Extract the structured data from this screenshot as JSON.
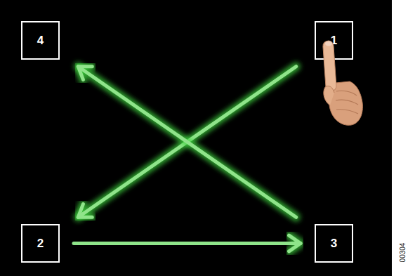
{
  "diagram": {
    "nodes": [
      {
        "text": [
          "4"
        ]
      },
      {
        "text": [
          "1"
        ]
      },
      {
        "text": [
          "2"
        ]
      },
      {
        "text": [
          "3"
        ]
      }
    ],
    "edges": [
      {
        "from": 1,
        "to": 2,
        "arrow": "to"
      },
      {
        "from": 2,
        "to": 3,
        "arrow": "to"
      },
      {
        "from": 3,
        "to": 0,
        "arrow": "to"
      }
    ],
    "labels": [
      "00304"
    ]
  }
}
